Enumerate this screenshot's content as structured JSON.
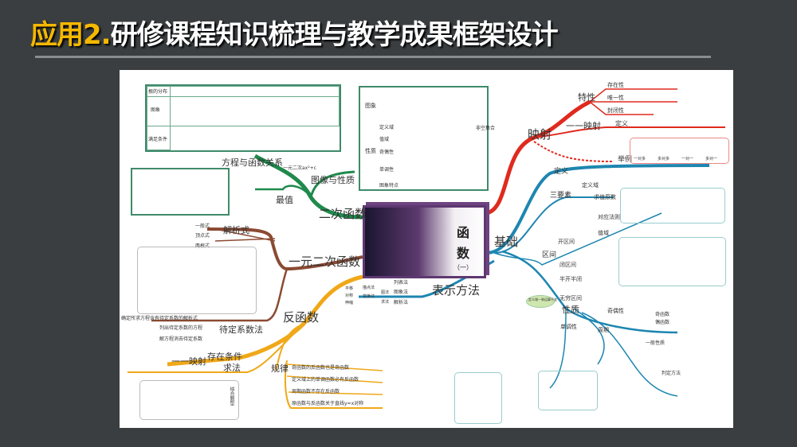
{
  "slide": {
    "title_prefix": "应用2.",
    "title_main": "研修课程知识梳理与教学成果框架设计"
  },
  "mindmap": {
    "center": {
      "line1": "函",
      "line2": "数",
      "line3": "（一）"
    },
    "colors": {
      "green": "#1f8a4c",
      "brown": "#8b4a32",
      "orange": "#f0a818",
      "red": "#e02a1e",
      "blue": "#1e86b0"
    },
    "quadratic": {
      "label": "二次函数",
      "children": [
        "图像与性质",
        "方程与函数关系",
        "最值"
      ],
      "cloud": "一元二次ax²+c",
      "table_headers": [
        "根的分布",
        "图象",
        "满足条件"
      ],
      "prop_headers": [
        "图象",
        "性质",
        "定义域",
        "值域",
        "奇偶性",
        "单调性",
        "图象特点"
      ]
    },
    "univariate": {
      "label": "一元二次函数",
      "children": [
        "解析式",
        "待定系数法"
      ],
      "forms": [
        "一般式",
        "顶点式",
        "两根式"
      ],
      "method_items": [
        "确定所求方程含有待定系数的解析式",
        "列出待定系数的方程",
        "解方程消去待定系数"
      ]
    },
    "inverse": {
      "label": "反函数",
      "children": [
        "存在条件",
        "求法",
        "规律"
      ],
      "condition": "一一映射",
      "rules": [
        "奇函数的反函数也是奇函数",
        "定义域上的单调函数必有反函数",
        "周期函数不存在反函数",
        "原函数与反函数关于直线y=x对称"
      ],
      "side_label": "综合题型"
    },
    "mapping": {
      "label": "映射",
      "children": [
        "特性",
        "一一映射",
        "举例"
      ],
      "traits": [
        "存在性",
        "唯一性",
        "封闭性"
      ],
      "def": "定义",
      "examples": [
        "一对多",
        "多对多",
        "一对一",
        "多对一"
      ],
      "cloud": "非空集合"
    },
    "basics": {
      "label": "基础",
      "definition": "定义",
      "three_elements": "三要素",
      "elements": [
        "定义域",
        "求值原数",
        "对应法则",
        "值域"
      ],
      "interval": "区间",
      "intervals": [
        "开区间",
        "闭区间",
        "半开半闭",
        "无穷区间"
      ],
      "property": "性质",
      "properties": [
        "奇偶性",
        "单调性",
        "周期"
      ],
      "parity": [
        "奇函数",
        "偶函数"
      ],
      "general": "一般性质",
      "judge": "判定方法",
      "cloud": "定义域一致运算不变"
    },
    "representation": {
      "label": "表示方法",
      "items": [
        "列表法",
        "图象法",
        "解析法"
      ],
      "sub": [
        "描点法",
        "变换法",
        "图法",
        "求法"
      ],
      "transforms": [
        "平移",
        "对称",
        "伸缩"
      ]
    }
  }
}
